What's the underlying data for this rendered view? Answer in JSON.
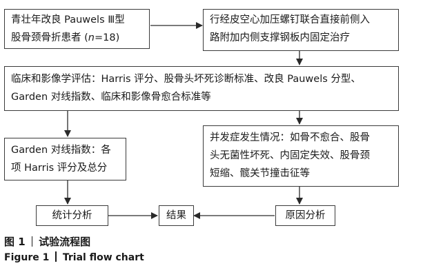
{
  "nodes": {
    "patients": {
      "line1": "青壮年改良 Pauwels Ⅲ型",
      "line2_prefix": "股骨颈骨折患者 (",
      "line2_italic": "n",
      "line2_suffix": "=18)"
    },
    "treatment": {
      "line1": "行经皮空心加压螺钉联合直接前侧入",
      "line2": "路附加内侧支撑钢板内固定治疗"
    },
    "evaluation": {
      "line1": "临床和影像学评估：Harris 评分、股骨头坏死诊断标准、改良 Pauwels 分型、",
      "line2": "Garden 对线指数、临床和影像骨愈合标准等"
    },
    "garden": {
      "line1": "Garden 对线指数：各",
      "line2": "项 Harris 评分及总分"
    },
    "complications": {
      "line1": "并发症发生情况：如骨不愈合、股骨",
      "line2": "头无菌性坏死、内固定失效、股骨颈",
      "line3": "短缩、髋关节撞击征等"
    },
    "statistics": {
      "label": "统计分析"
    },
    "results": {
      "label": "结果"
    },
    "causes": {
      "label": "原因分析"
    }
  },
  "caption": {
    "cn_label": "图 1",
    "cn_title": "试验流程图",
    "en_label": "Figure 1",
    "en_title": "Trial flow chart"
  },
  "colors": {
    "border": "#3a3a3a",
    "arrow": "#2a2a2a",
    "text": "#1a1a1a"
  }
}
